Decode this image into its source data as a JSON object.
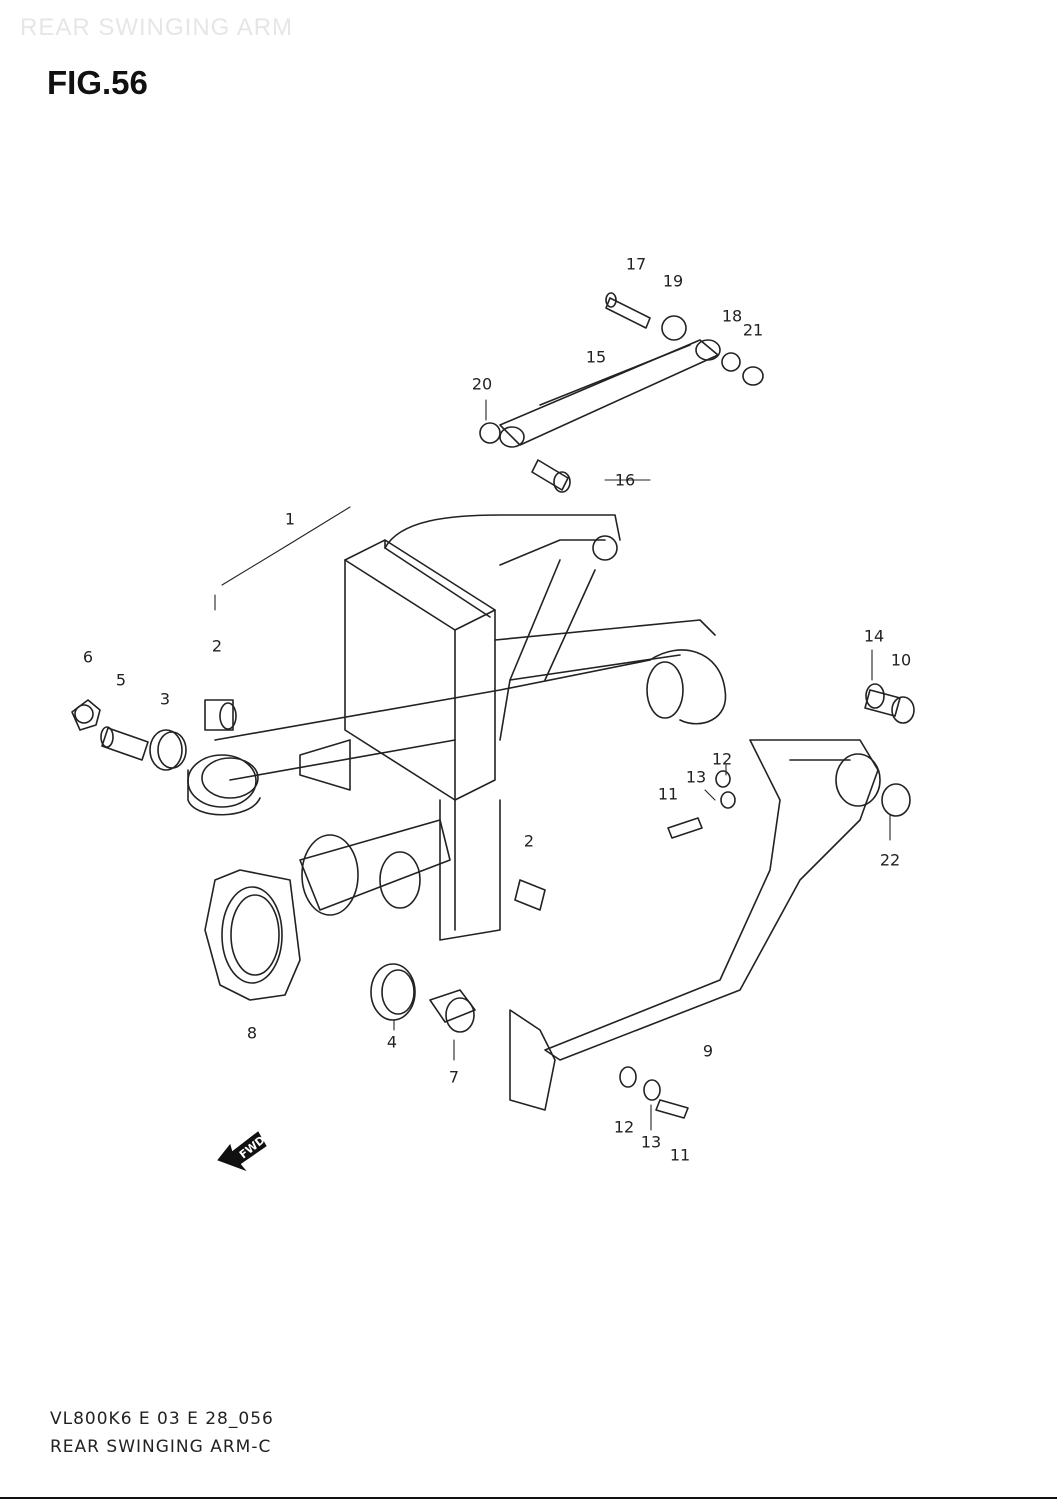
{
  "watermark": "REAR SWINGING ARM",
  "figure_title": "FIG.56",
  "diagram_code": "VL800K6 E 03 E 28_056",
  "caption": "REAR SWINGING ARM-C",
  "fwd_marker": "FWD",
  "parts": [
    {
      "id": "1",
      "label": "1"
    },
    {
      "id": "2a",
      "label": "2"
    },
    {
      "id": "2b",
      "label": "2"
    },
    {
      "id": "3",
      "label": "3"
    },
    {
      "id": "4",
      "label": "4"
    },
    {
      "id": "5",
      "label": "5"
    },
    {
      "id": "6",
      "label": "6"
    },
    {
      "id": "7",
      "label": "7"
    },
    {
      "id": "8",
      "label": "8"
    },
    {
      "id": "9",
      "label": "9"
    },
    {
      "id": "10",
      "label": "10"
    },
    {
      "id": "11a",
      "label": "11"
    },
    {
      "id": "11b",
      "label": "11"
    },
    {
      "id": "12a",
      "label": "12"
    },
    {
      "id": "12b",
      "label": "12"
    },
    {
      "id": "13a",
      "label": "13"
    },
    {
      "id": "13b",
      "label": "13"
    },
    {
      "id": "14",
      "label": "14"
    },
    {
      "id": "15",
      "label": "15"
    },
    {
      "id": "16",
      "label": "16"
    },
    {
      "id": "17",
      "label": "17"
    },
    {
      "id": "18",
      "label": "18"
    },
    {
      "id": "19",
      "label": "19"
    },
    {
      "id": "20",
      "label": "20"
    },
    {
      "id": "21",
      "label": "21"
    },
    {
      "id": "22",
      "label": "22"
    }
  ]
}
